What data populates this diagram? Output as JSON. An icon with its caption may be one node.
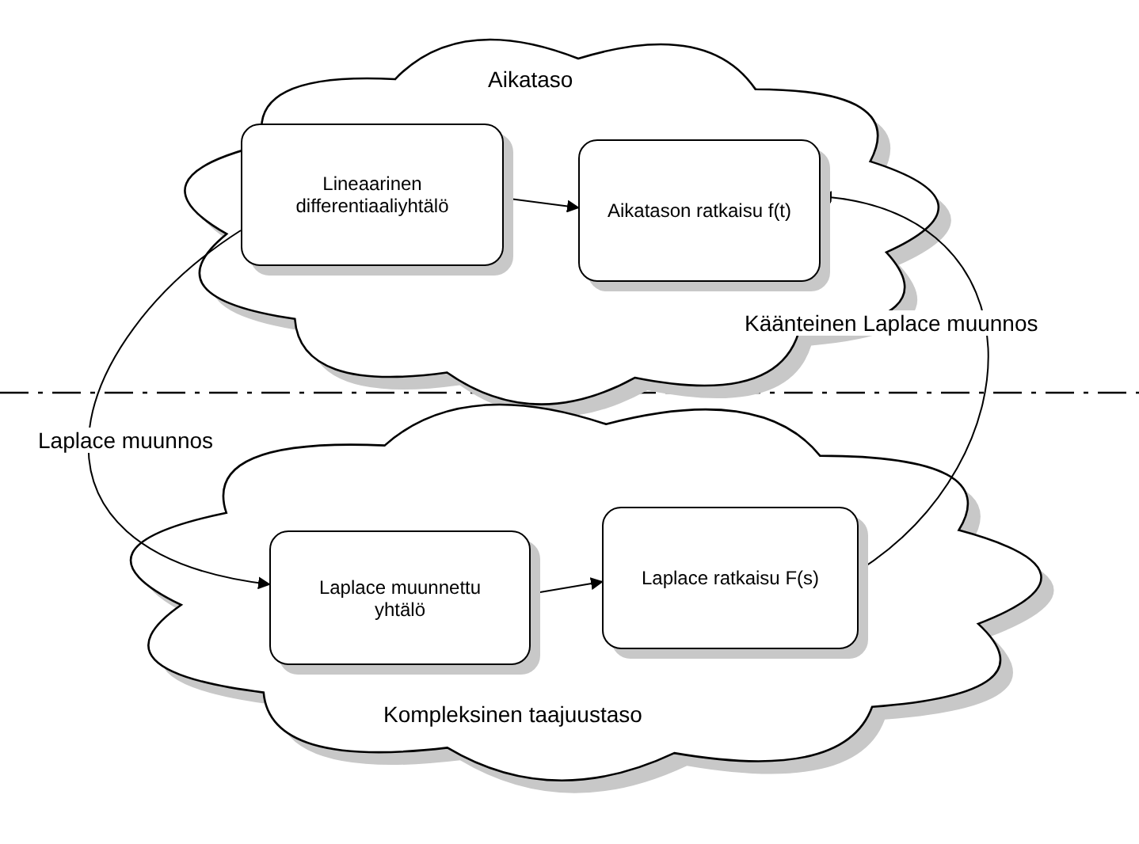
{
  "diagram": {
    "nodes": [
      {
        "text": [
          "Aikataso"
        ]
      },
      {
        "text": [
          "Lineaarinen differentiaaliyhtälö"
        ],
        "in": 0
      },
      {
        "text": [
          "Aikatason ratkaisu f(t)"
        ],
        "in": 0
      },
      {
        "text": [
          "Kompleksinen taajuustaso"
        ]
      },
      {
        "text": [
          "Laplace muunnettu yhtälö"
        ],
        "in": 3
      },
      {
        "text": [
          "Laplace ratkaisu F(s)"
        ],
        "in": 3
      }
    ],
    "edges": [
      {
        "from": 1,
        "to": 2,
        "arrow": "to"
      },
      {
        "from": 1,
        "to": 4,
        "arrow": "to",
        "label": "Laplace muunnos"
      },
      {
        "from": 4,
        "to": 5,
        "arrow": "to"
      },
      {
        "from": 5,
        "to": 2,
        "arrow": "to",
        "label": "Käänteinen Laplace muunnos"
      }
    ]
  }
}
